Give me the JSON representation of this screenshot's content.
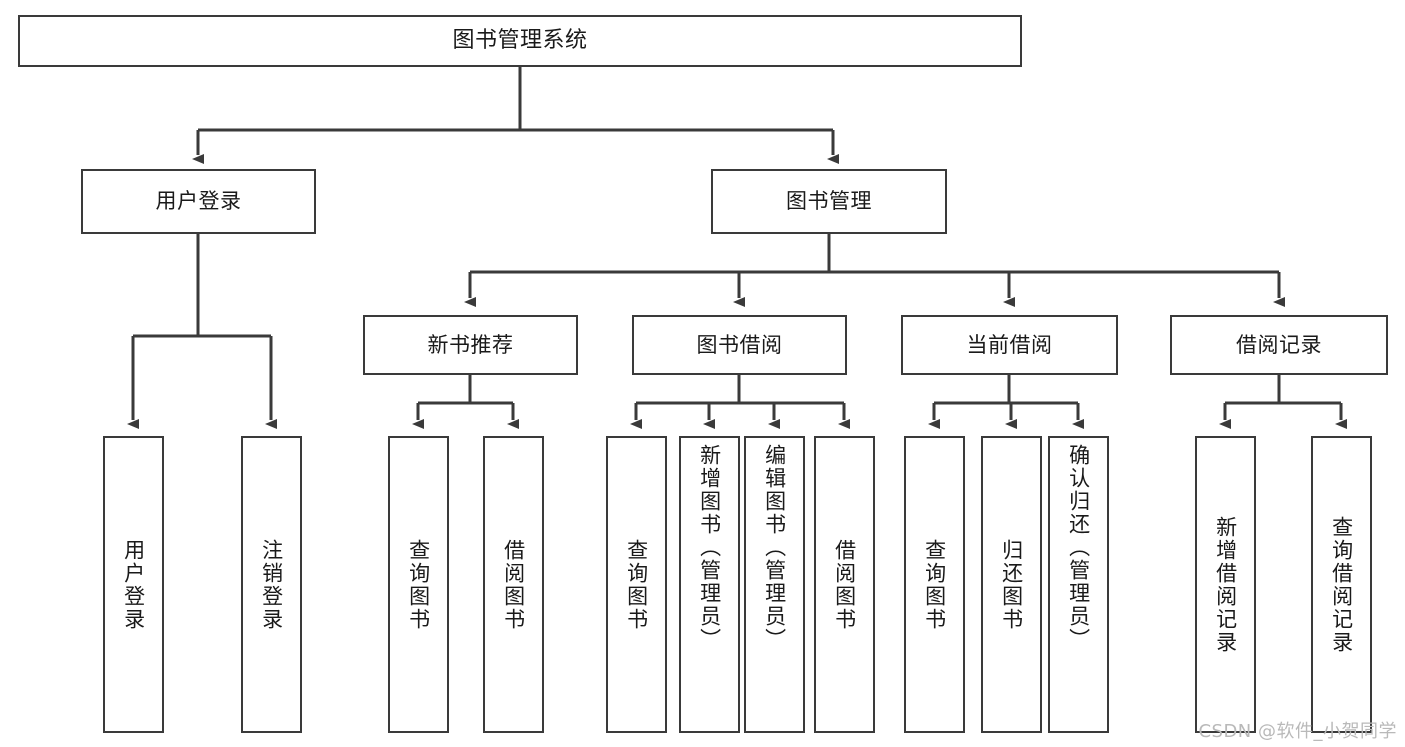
{
  "diagram": {
    "title": "图书管理系统",
    "watermark": "CSDN @软件_小贺同学",
    "colors": {
      "stroke": "#3a3a3a",
      "fill": "#ffffff",
      "text": "#1a1a1a",
      "watermark": "#b9b9b9"
    },
    "nodes": {
      "root": {
        "label": "图书管理系统"
      },
      "level2": [
        {
          "label": "用户登录"
        },
        {
          "label": "图书管理"
        }
      ],
      "level3": [
        {
          "label": "新书推荐"
        },
        {
          "label": "图书借阅"
        },
        {
          "label": "当前借阅"
        },
        {
          "label": "借阅记录"
        }
      ],
      "leaves_user_login": [
        {
          "label": "用户登录"
        },
        {
          "label": "注销登录"
        }
      ],
      "leaves_new_book": [
        {
          "label": "查询图书"
        },
        {
          "label": "借阅图书"
        }
      ],
      "leaves_borrow": [
        {
          "label": "查询图书"
        },
        {
          "label": "新增图书（管理员）"
        },
        {
          "label": "编辑图书（管理员）"
        },
        {
          "label": "借阅图书"
        }
      ],
      "leaves_current": [
        {
          "label": "查询图书"
        },
        {
          "label": "归还图书"
        },
        {
          "label": "确认归还（管理员）"
        }
      ],
      "leaves_record": [
        {
          "label": "新增借阅记录"
        },
        {
          "label": "查询借阅记录"
        }
      ]
    }
  }
}
